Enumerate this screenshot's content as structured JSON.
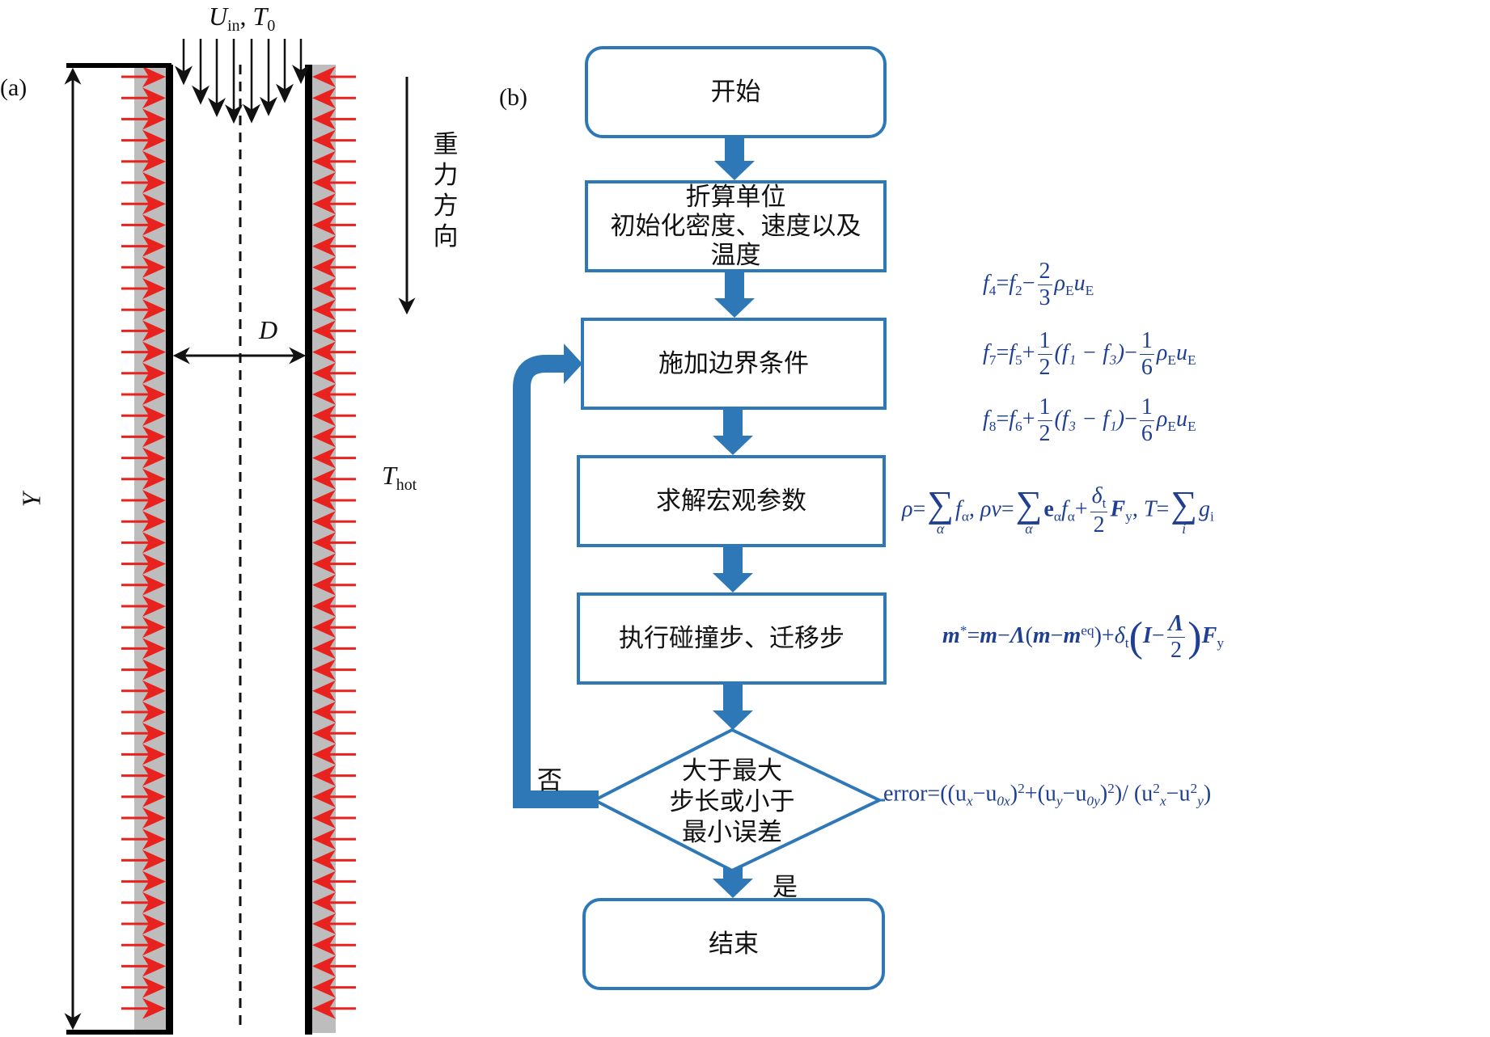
{
  "panel_a": {
    "label": "(a)",
    "inlet_label_main": "U",
    "inlet_label_sub": "in",
    "inlet_label_sep": ", ",
    "inlet_temp_main": "T",
    "inlet_temp_sub": "0",
    "width_label": "D",
    "height_label": "Y",
    "wall_temp_main": "T",
    "wall_temp_sub": "hot",
    "gravity_label_chars": [
      "重",
      "力",
      "方",
      "向"
    ],
    "colors": {
      "heat_arrow": "#e8231f",
      "wall": "#000000",
      "wall_layer": "#bdbdbd"
    }
  },
  "panel_b": {
    "label": "(b)",
    "steps": {
      "start": "开始",
      "init_line1": "折算单位",
      "init_line2": "初始化密度、速度以及",
      "init_line3": "温度",
      "boundary": "施加边界条件",
      "macro": "求解宏观参数",
      "collide": "执行碰撞步、迁移步",
      "decision_line1": "大于最大",
      "decision_line2": "步长或小于",
      "decision_line3": "最小误差",
      "end": "结束"
    },
    "branch_no": "否",
    "branch_yes": "是",
    "equations": {
      "bc1": {
        "lhs": "f",
        "lhs_sub": "4",
        "rhs1": "f",
        "rhs1_sub": "2",
        "op": "−",
        "num": "2",
        "den": "3",
        "tail": "ρ",
        "tail_sub": "E",
        "tail2": "u",
        "tail2_sub": "E"
      },
      "bc2": {
        "lhs": "f",
        "lhs_sub": "7",
        "rhs1": "f",
        "rhs1_sub": "5",
        "op": "+",
        "num": "1",
        "den": "2",
        "paren": "(f₁ − f₃)",
        "op2": "−",
        "num2": "1",
        "den2": "6",
        "tail": "ρ",
        "tail_sub": "E",
        "tail2": "u",
        "tail2_sub": "E"
      },
      "bc3": {
        "lhs": "f",
        "lhs_sub": "8",
        "rhs1": "f",
        "rhs1_sub": "6",
        "op": "+",
        "num": "1",
        "den": "2",
        "paren": "(f₃ − f₁)",
        "op2": "−",
        "num2": "1",
        "den2": "6",
        "tail": "ρ",
        "tail_sub": "E",
        "tail2": "u",
        "tail2_sub": "E"
      },
      "macro": {
        "rho": "ρ",
        "sum_idx1": "α",
        "f_alpha": "f",
        "alpha": "α",
        "rho_v": "ρv",
        "e": "e",
        "delta": "δ",
        "delta_sub": "t",
        "two": "2",
        "F": "F",
        "F_sub": "y",
        "T": "T",
        "sum_idx3": "i",
        "g": "g",
        "g_sub": "i"
      },
      "collision": {
        "m_star": "m",
        "star": "*",
        "m": "m",
        "Lambda": "Λ",
        "m_eq_sup": "eq",
        "delta": "δ",
        "delta_sub": "t",
        "I": "I",
        "two": "2",
        "F": "F",
        "F_sub": "y"
      },
      "error": {
        "word": "error",
        "text_pre": "=((u",
        "ux_sub": "x",
        "mid1": "−u",
        "u0x_sub": "0x",
        "mid2": ")",
        "sq": "2",
        "plus": "+(u",
        "uy_sub": "y",
        "mid3": "−u",
        "u0y_sub": "0y",
        "close": ")",
        "div": "/ (u",
        "end_mid": "−u",
        "end_close": ")"
      }
    },
    "colors": {
      "flow": "#2f78b7",
      "equation": "#1f3f93"
    }
  }
}
